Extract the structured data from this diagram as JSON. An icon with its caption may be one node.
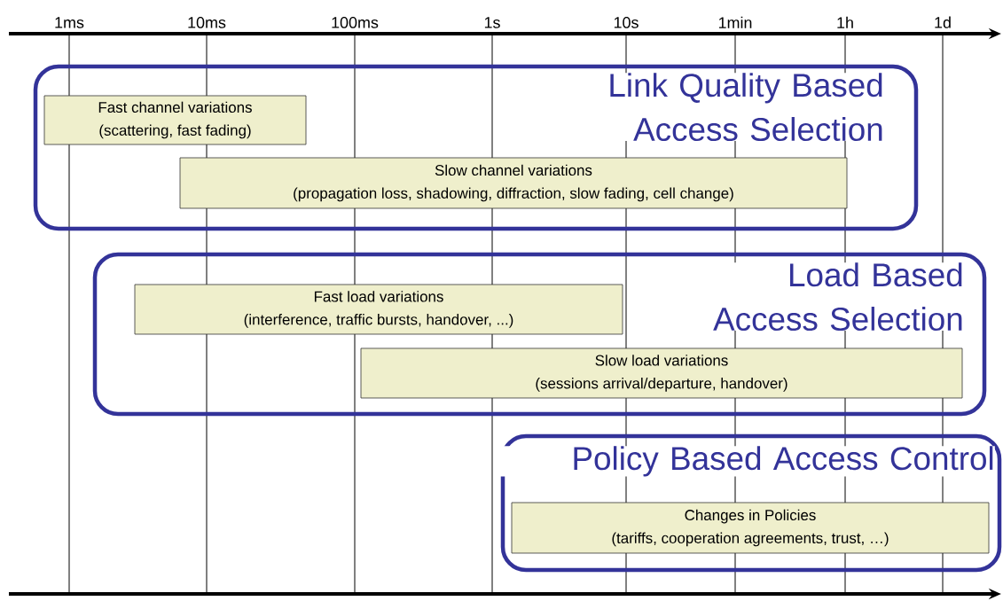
{
  "diagram": {
    "nodes": [
      {
        "text": [
          "Link Quality Based Access Selection"
        ]
      },
      {
        "text": [
          "Fast channel variations",
          "(scattering, fast fading)"
        ],
        "in": 0
      },
      {
        "text": [
          "Slow channel variations",
          "(propagation loss, shadowing, diffraction, slow fading, cell change)"
        ],
        "in": 0
      },
      {
        "text": [
          "Load Based Access Selection"
        ]
      },
      {
        "text": [
          "Fast load variations",
          "(interference, traffic bursts, handover, ...)"
        ],
        "in": 3
      },
      {
        "text": [
          "Slow load variations",
          "(sessions arrival/departure, handover)"
        ],
        "in": 3
      },
      {
        "text": [
          "Policy Based Access Control"
        ]
      },
      {
        "text": [
          "Changes in Policies",
          "(tariffs, cooperation agreements, trust, …)"
        ],
        "in": 6
      }
    ],
    "edges": [],
    "labels": [
      "1ms",
      "10ms",
      "100ms",
      "1s",
      "10s",
      "1min",
      "1h",
      "1d"
    ]
  }
}
